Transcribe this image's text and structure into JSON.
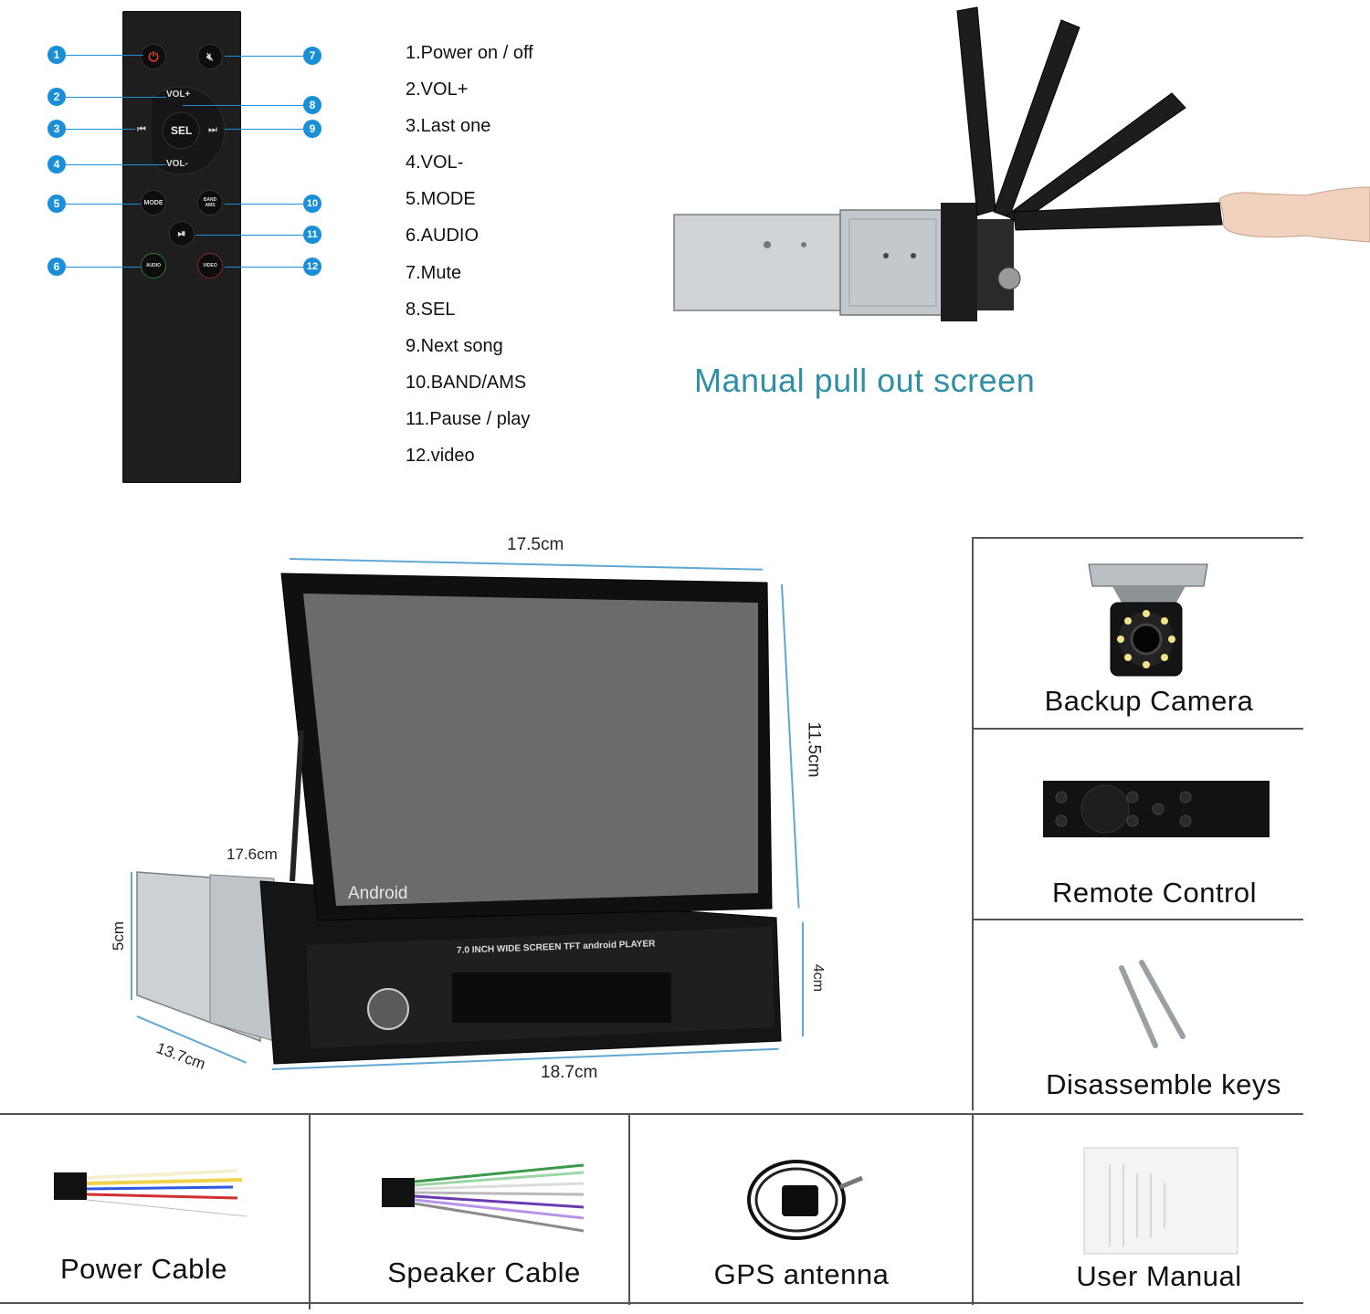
{
  "remote": {
    "buttons": {
      "vol_plus": "VOL+",
      "sel": "SEL",
      "vol_minus": "VOL-",
      "mode": "MODE",
      "band": "BAND AMS",
      "audio": "AUDIO",
      "video": "VIDEO"
    },
    "callouts": [
      "1",
      "2",
      "3",
      "4",
      "5",
      "6",
      "7",
      "8",
      "9",
      "10",
      "11",
      "12"
    ]
  },
  "legend": {
    "items": [
      "1.Power on / off",
      "2.VOL+",
      "3.Last one",
      "4.VOL-",
      "5.MODE",
      "6.AUDIO",
      "7.Mute",
      "8.SEL",
      "9.Next song",
      "10.BAND/AMS",
      "11.Pause / play",
      "12.video"
    ]
  },
  "pull_out": {
    "title": "Manual pull out screen"
  },
  "unit": {
    "screen_brand": "Android",
    "panel_text": "7.0 INCH WIDE SCREEN TFT  android  PLAYER",
    "dimensions": {
      "top_width": "17.5cm",
      "screen_height": "11.5cm",
      "depth_top": "17.6cm",
      "side_height": "5cm",
      "bottom_depth": "13.7cm",
      "front_width": "18.7cm",
      "front_height": "4cm"
    }
  },
  "accessories": {
    "backup_camera": "Backup Camera",
    "remote_control": "Remote Control",
    "disassemble_keys": "Disassemble keys",
    "power_cable": "Power Cable",
    "speaker_cable": "Speaker Cable",
    "gps_antenna": "GPS antenna",
    "user_manual": "User Manual"
  },
  "colors": {
    "callout_blue": "#1a8fd8",
    "title_teal": "#2f8fa5",
    "dimension_blue": "#5fa8d3"
  }
}
